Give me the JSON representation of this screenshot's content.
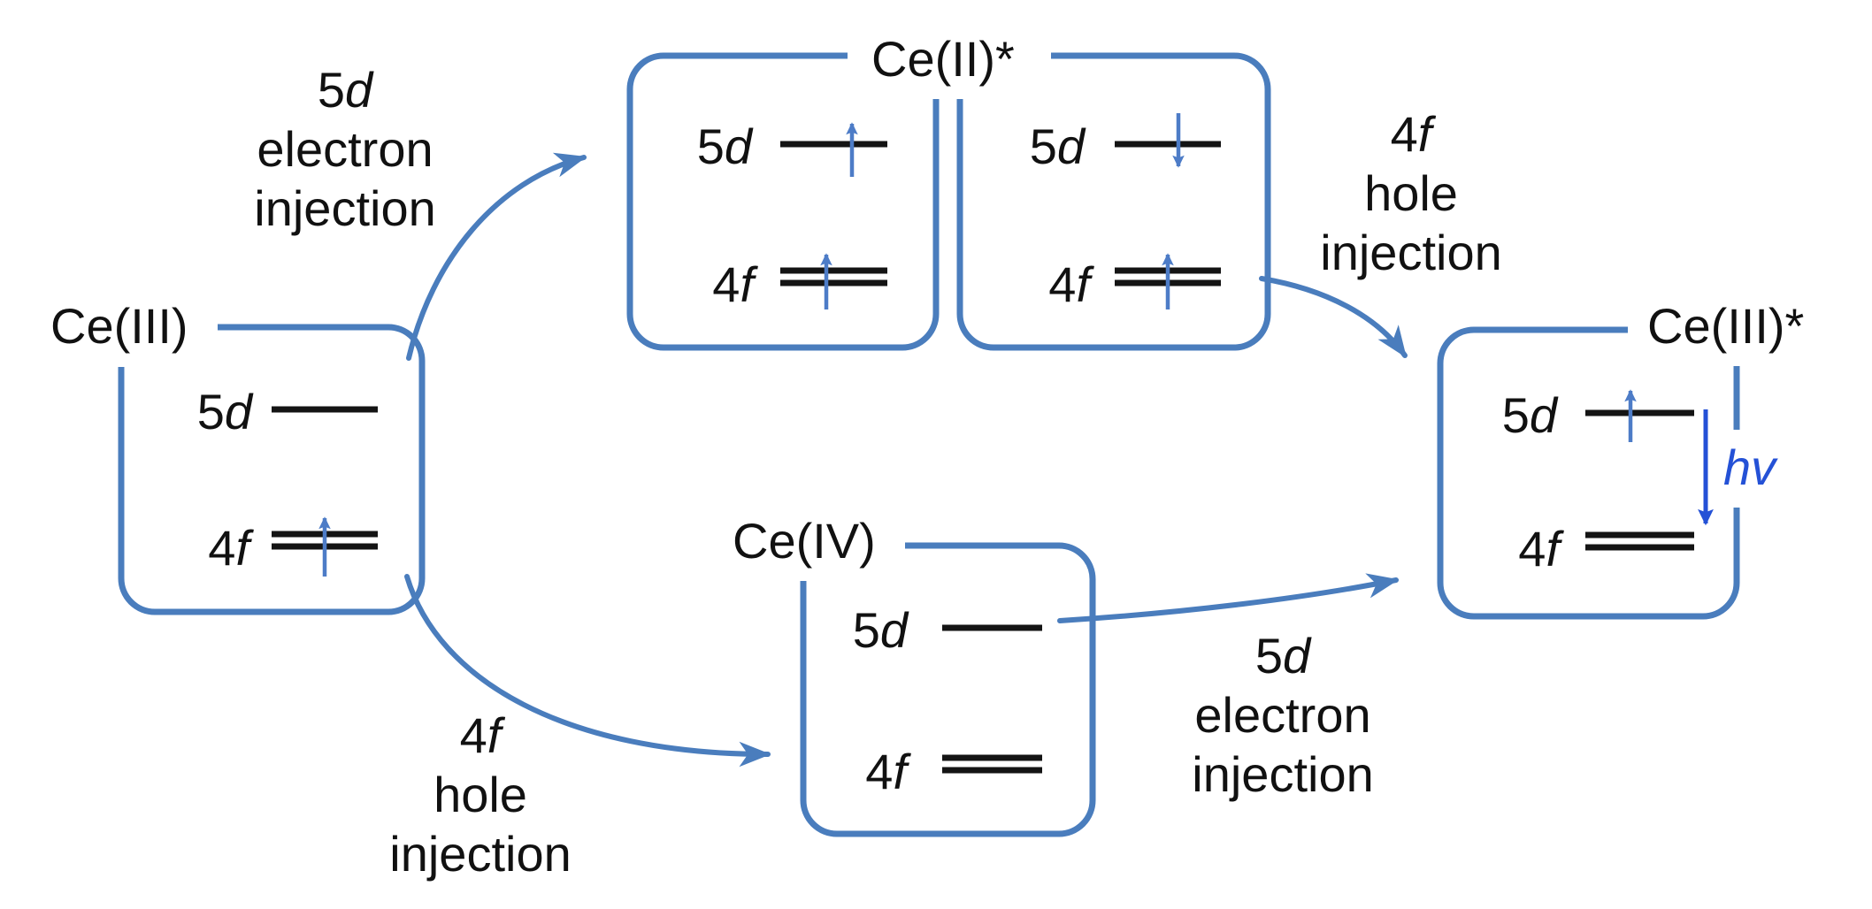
{
  "states": {
    "ce3": {
      "label": "Ce(III)"
    },
    "ce2": {
      "label": "Ce(II)*"
    },
    "ce4": {
      "label": "Ce(IV)"
    },
    "ce3s": {
      "label": "Ce(III)*"
    }
  },
  "orbitals": {
    "five": "5",
    "d": "d",
    "four": "4",
    "f": "f"
  },
  "photon_label": "hv",
  "processes": {
    "top_left": {
      "num": "5",
      "letter": "d",
      "word": "electron",
      "word2": "injection"
    },
    "top_right": {
      "num": "4",
      "letter": "f",
      "word": "hole",
      "word2": "injection"
    },
    "bottom_left": {
      "num": "4",
      "letter": "f",
      "word": "hole",
      "word2": "injection"
    },
    "bottom_right": {
      "num": "5",
      "letter": "d",
      "word": "electron",
      "word2": "injection"
    }
  },
  "colors": {
    "box_blue": "#4a7dbd",
    "spin_blue": "#4d7cc7",
    "photon_blue": "#2451d6",
    "line_black": "#141414",
    "text_black": "#111111",
    "background": "#ffffff"
  }
}
